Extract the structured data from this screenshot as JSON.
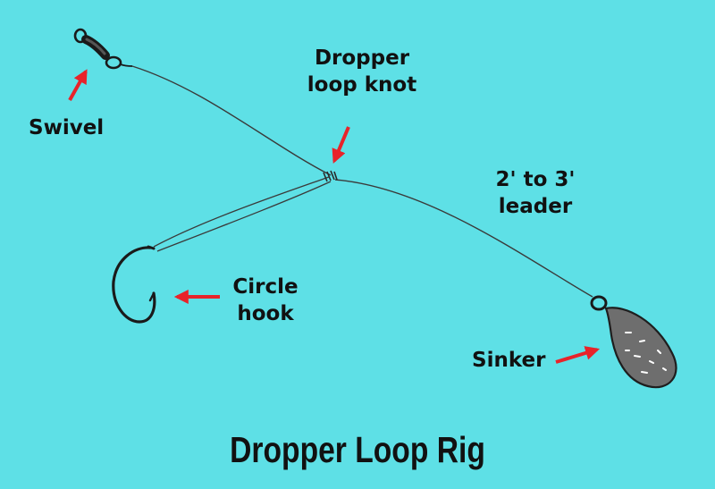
{
  "title": "Dropper Loop Rig",
  "labels": {
    "swivel": "Swivel",
    "dropper_loop_knot": [
      "Dropper",
      "loop knot"
    ],
    "leader": [
      "2' to 3'",
      "leader"
    ],
    "circle_hook": [
      "Circle",
      "hook"
    ],
    "sinker": "Sinker"
  },
  "colors": {
    "background": "#5ee0e6",
    "arrow": "#e8232a",
    "line": "#333333",
    "sinker": "#6e6e6e",
    "text": "#111111"
  }
}
